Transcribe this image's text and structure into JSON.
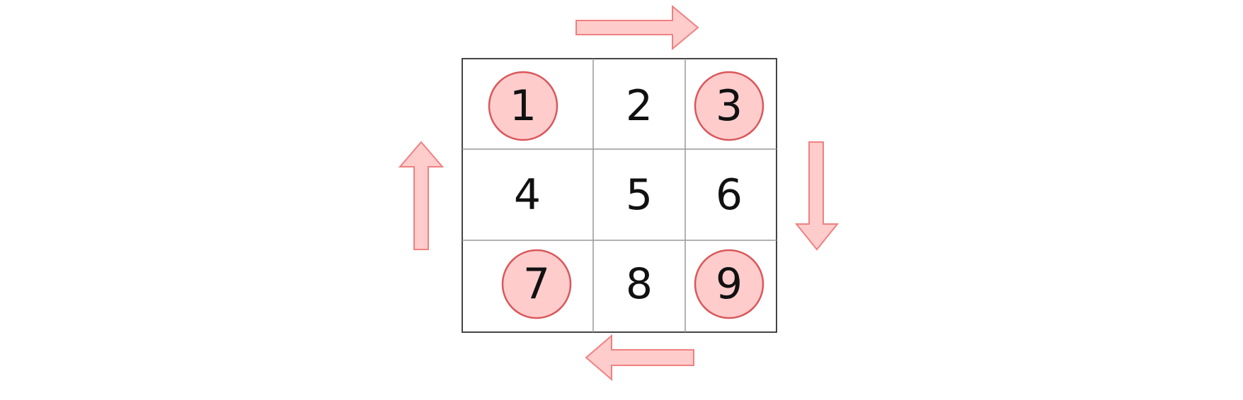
{
  "grid": {
    "cells": [
      {
        "label": "1",
        "highlighted": true
      },
      {
        "label": "2",
        "highlighted": false
      },
      {
        "label": "3",
        "highlighted": true
      },
      {
        "label": "4",
        "highlighted": false
      },
      {
        "label": "5",
        "highlighted": false
      },
      {
        "label": "6",
        "highlighted": false
      },
      {
        "label": "7",
        "highlighted": true
      },
      {
        "label": "8",
        "highlighted": false
      },
      {
        "label": "9",
        "highlighted": true
      }
    ]
  },
  "arrows": [
    {
      "position": "top",
      "direction": "right"
    },
    {
      "position": "right",
      "direction": "down"
    },
    {
      "position": "bottom",
      "direction": "left"
    },
    {
      "position": "left",
      "direction": "up"
    }
  ],
  "colors": {
    "highlight_fill": "#ffcccc",
    "highlight_stroke": "#d9575b",
    "arrow_fill": "#ffcccc",
    "arrow_stroke": "#f08080",
    "grid_outer": "#444444",
    "grid_inner": "#999999"
  }
}
